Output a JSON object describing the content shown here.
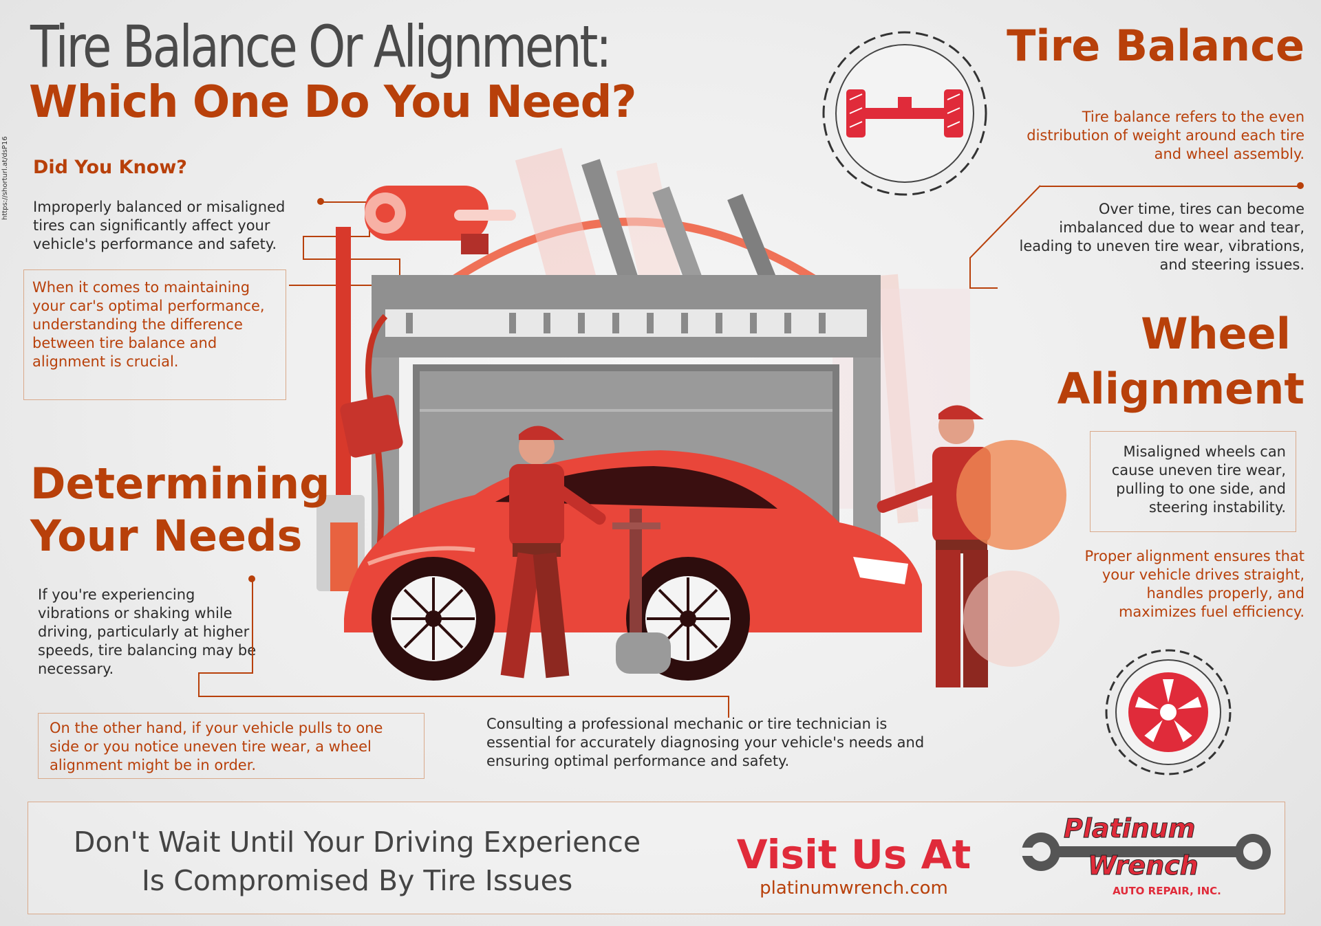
{
  "header": {
    "title_line1": "Tire Balance Or Alignment:",
    "title_line2": "Which One Do You Need?"
  },
  "side_url": "https://shorturl.at/dsP16",
  "did_you_know": {
    "heading": "Did You Know?",
    "text": "Improperly balanced or misaligned tires can significantly affect your vehicle's performance and safety.",
    "boxed_text": "When it comes to maintaining your car's optimal performance, understanding the difference between tire balance and alignment is crucial."
  },
  "tire_balance": {
    "heading": "Tire Balance",
    "definition": "Tire balance refers to the even distribution of weight around each tire and wheel assembly.",
    "detail": "Over time, tires can become imbalanced due to wear and tear, leading to uneven tire wear, vibrations, and steering issues.",
    "icon": "axle-gear-icon"
  },
  "wheel_alignment": {
    "heading_line1": "Wheel",
    "heading_line2": "Alignment",
    "boxed_text": "Misaligned wheels can cause uneven tire wear, pulling to one side, and steering instability.",
    "detail": "Proper alignment ensures that your vehicle drives straight, handles properly, and maximizes fuel efficiency.",
    "icon": "wheel-gear-icon"
  },
  "determining": {
    "heading_line1": "Determining",
    "heading_line2": "Your Needs",
    "text": "If you're experiencing vibrations or shaking while driving, particularly at higher speeds, tire balancing may be necessary.",
    "boxed_text": "On the other hand, if your vehicle pulls to one side or you notice uneven tire wear, a wheel alignment might be in order.",
    "consult": "Consulting a professional mechanic or tire technician is essential for accurately diagnosing your vehicle's needs and ensuring optimal performance and safety."
  },
  "cta": {
    "line1": "Don't Wait Until Your Driving Experience",
    "line2": "Is Compromised By Tire Issues",
    "visit": "Visit Us At",
    "url": "platinumwrench.com"
  },
  "logo": {
    "word1": "Platinum",
    "word2": "Wrench",
    "tagline": "AUTO REPAIR, INC."
  },
  "colors": {
    "accent": "#b8400a",
    "red": "#e02b3a",
    "text": "#2b2b2b",
    "title_gray": "#4a4a4a"
  }
}
